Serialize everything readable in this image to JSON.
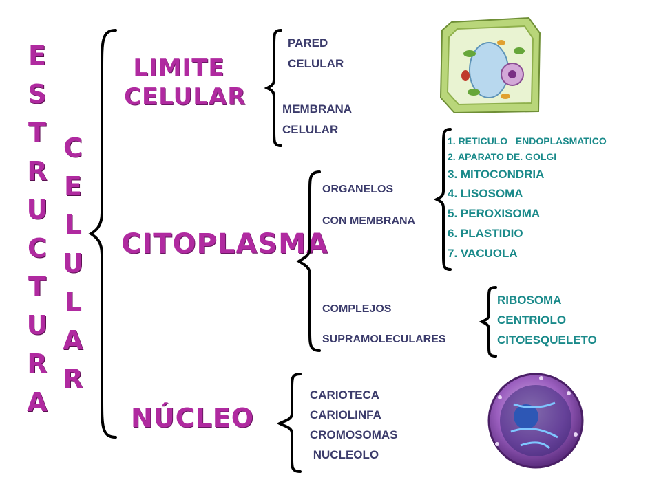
{
  "title_estructura": [
    "E",
    "S",
    "T",
    "R",
    "U",
    "C",
    "T",
    "U",
    "R",
    "A"
  ],
  "title_celular": [
    "C",
    "E",
    "L",
    "U",
    "L",
    "A",
    "R"
  ],
  "headings": {
    "limite_line1": "LIMITE",
    "limite_line2": "CELULAR",
    "citoplasma": "CITOPLASMA",
    "nucleo": "NÚCLEO"
  },
  "limite": {
    "pared_line1": "PARED",
    "pared_line2": "CELULAR",
    "membrana_line1": "MEMBRANA",
    "membrana_line2": "CELULAR"
  },
  "citoplasma": {
    "organelos_line1": "ORGANELOS",
    "organelos_line2": "CON MEMBRANA",
    "complejos_line1": "COMPLEJOS",
    "complejos_line2": "SUPRAMOLECULARES",
    "organelles": [
      "1. RETICULO   ENDOPLASMATICO",
      "2. APARATO DE. GOLGI",
      "3. MITOCONDRIA",
      "4. LISOSOMA",
      "5. PEROXISOMA",
      "6. PLASTIDIO",
      "7. VACUOLA"
    ],
    "complejos": [
      "RIBOSOMA",
      "CENTRIOLO",
      "CITOESQUELETO"
    ]
  },
  "nucleo": {
    "items": [
      "CARIOTECA",
      "CARIOLINFA",
      "CROMOSOMAS",
      " NUCLEOLO"
    ]
  },
  "colors": {
    "heading": "#b02aa0",
    "dark_text": "#3b3b6b",
    "teal_text": "#1a8a8a"
  },
  "images": {
    "plant_cell": "plant-cell-illustration",
    "nucleus": "cell-nucleus-illustration"
  }
}
